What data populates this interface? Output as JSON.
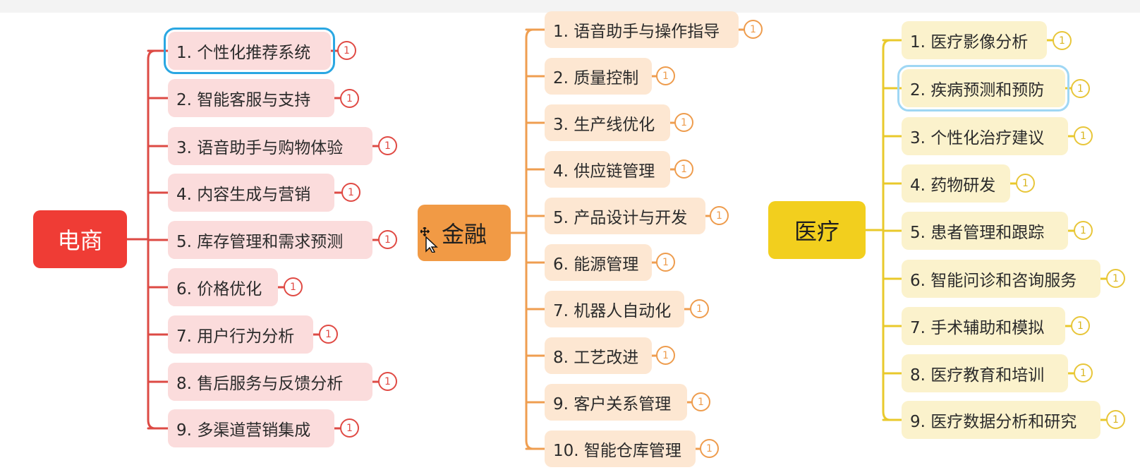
{
  "colors": {
    "red_line": "#dd4a44",
    "orange_line": "#ef9e50",
    "yellow_line": "#e9c92b"
  },
  "groups": [
    {
      "id": "ecommerce",
      "color": "red",
      "root": "电商",
      "badge_text": "1",
      "items": [
        "1. 个性化推荐系统",
        "2. 智能客服与支持",
        "3. 语音助手与购物体验",
        "4. 内容生成与营销",
        "5. 库存管理和需求预测",
        "6. 价格优化",
        "7. 用户行为分析",
        "8. 售后服务与反馈分析",
        "9. 多渠道营销集成"
      ]
    },
    {
      "id": "finance",
      "color": "orange",
      "root": "金融",
      "badge_text": "1",
      "items": [
        "1. 语音助手与操作指导",
        "2. 质量控制",
        "3. 生产线优化",
        "4. 供应链管理",
        "5. 产品设计与开发",
        "6. 能源管理",
        "7. 机器人自动化",
        "8. 工艺改进",
        "9. 客户关系管理",
        "10. 智能仓库管理"
      ]
    },
    {
      "id": "medical",
      "color": "yellow",
      "root": "医疗",
      "badge_text": "1",
      "items": [
        "1. 医疗影像分析",
        "2. 疾病预测和预防",
        "3. 个性化治疗建议",
        "4. 药物研发",
        "5. 患者管理和跟踪",
        "6. 智能问诊和咨询服务",
        "7. 手术辅助和模拟",
        "8. 医疗教育和培训",
        "9. 医疗数据分析和研究"
      ]
    }
  ],
  "icons": {
    "cursor": "move-cursor-icon"
  }
}
